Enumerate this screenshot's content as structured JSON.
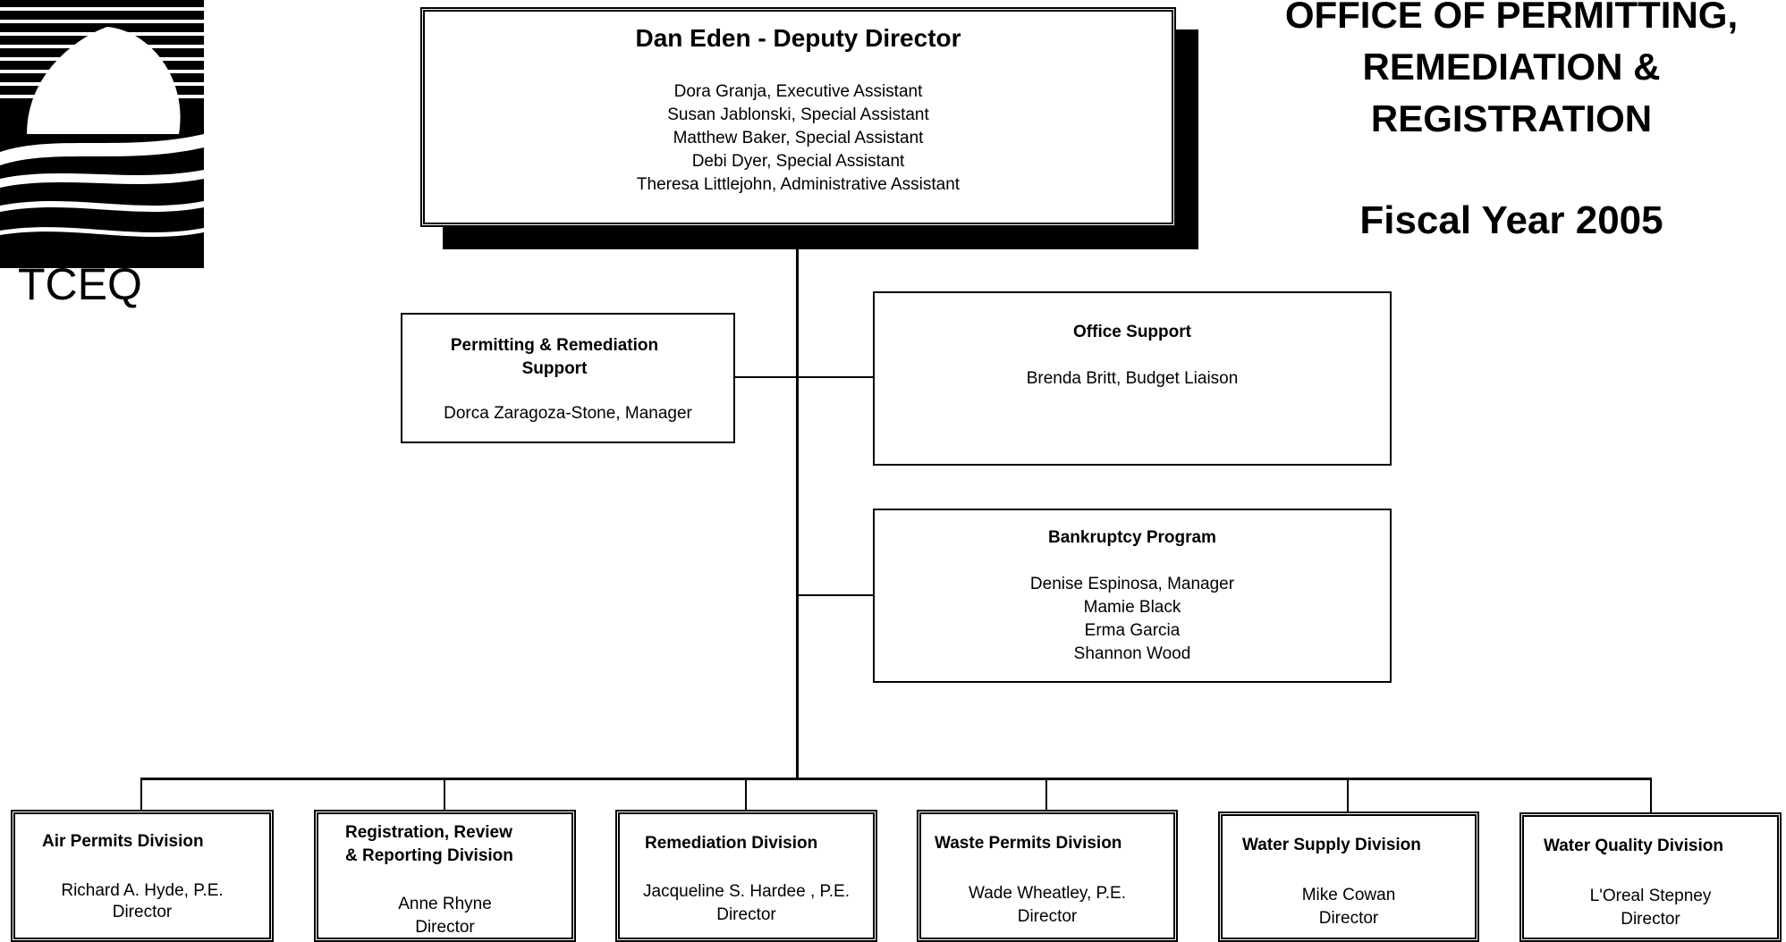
{
  "title": {
    "line1": "OFFICE OF PERMITTING,",
    "line2": "REMEDIATION &",
    "line3": "REGISTRATION",
    "fiscal": "Fiscal Year 2005"
  },
  "logo": {
    "text": "TCEQ"
  },
  "deputy": {
    "heading": "Dan Eden - Deputy Director",
    "staff": [
      "Dora Granja, Executive Assistant",
      "Susan Jablonski, Special Assistant",
      "Matthew Baker, Special Assistant",
      "Debi Dyer, Special Assistant",
      "Theresa Littlejohn, Administrative Assistant"
    ]
  },
  "prs": {
    "title": "Permitting & Remediation Support",
    "title1": "Permitting & Remediation",
    "title2": "Support",
    "manager": "Dorca Zaragoza-Stone, Manager"
  },
  "office_support": {
    "title": "Office Support",
    "staff": "Brenda Britt, Budget Liaison"
  },
  "bankruptcy": {
    "title": "Bankruptcy Program",
    "staff": [
      "Denise Espinosa, Manager",
      "Mamie Black",
      "Erma Garcia",
      "Shannon Wood"
    ]
  },
  "divisions": [
    {
      "title": "Air Permits Division",
      "name": "Richard A. Hyde, P.E.",
      "role": "Director"
    },
    {
      "title1": "Registration, Review",
      "title2": "& Reporting Division",
      "name": "Anne Rhyne",
      "role": "Director"
    },
    {
      "title": "Remediation Division",
      "name": "Jacqueline S. Hardee , P.E.",
      "role": "Director"
    },
    {
      "title": "Waste Permits Division",
      "name": "Wade Wheatley, P.E.",
      "role": "Director"
    },
    {
      "title": "Water Supply Division",
      "name": "Mike Cowan",
      "role": "Director"
    },
    {
      "title": "Water Quality Division",
      "name": "L'Oreal Stepney",
      "role": "Director"
    }
  ]
}
